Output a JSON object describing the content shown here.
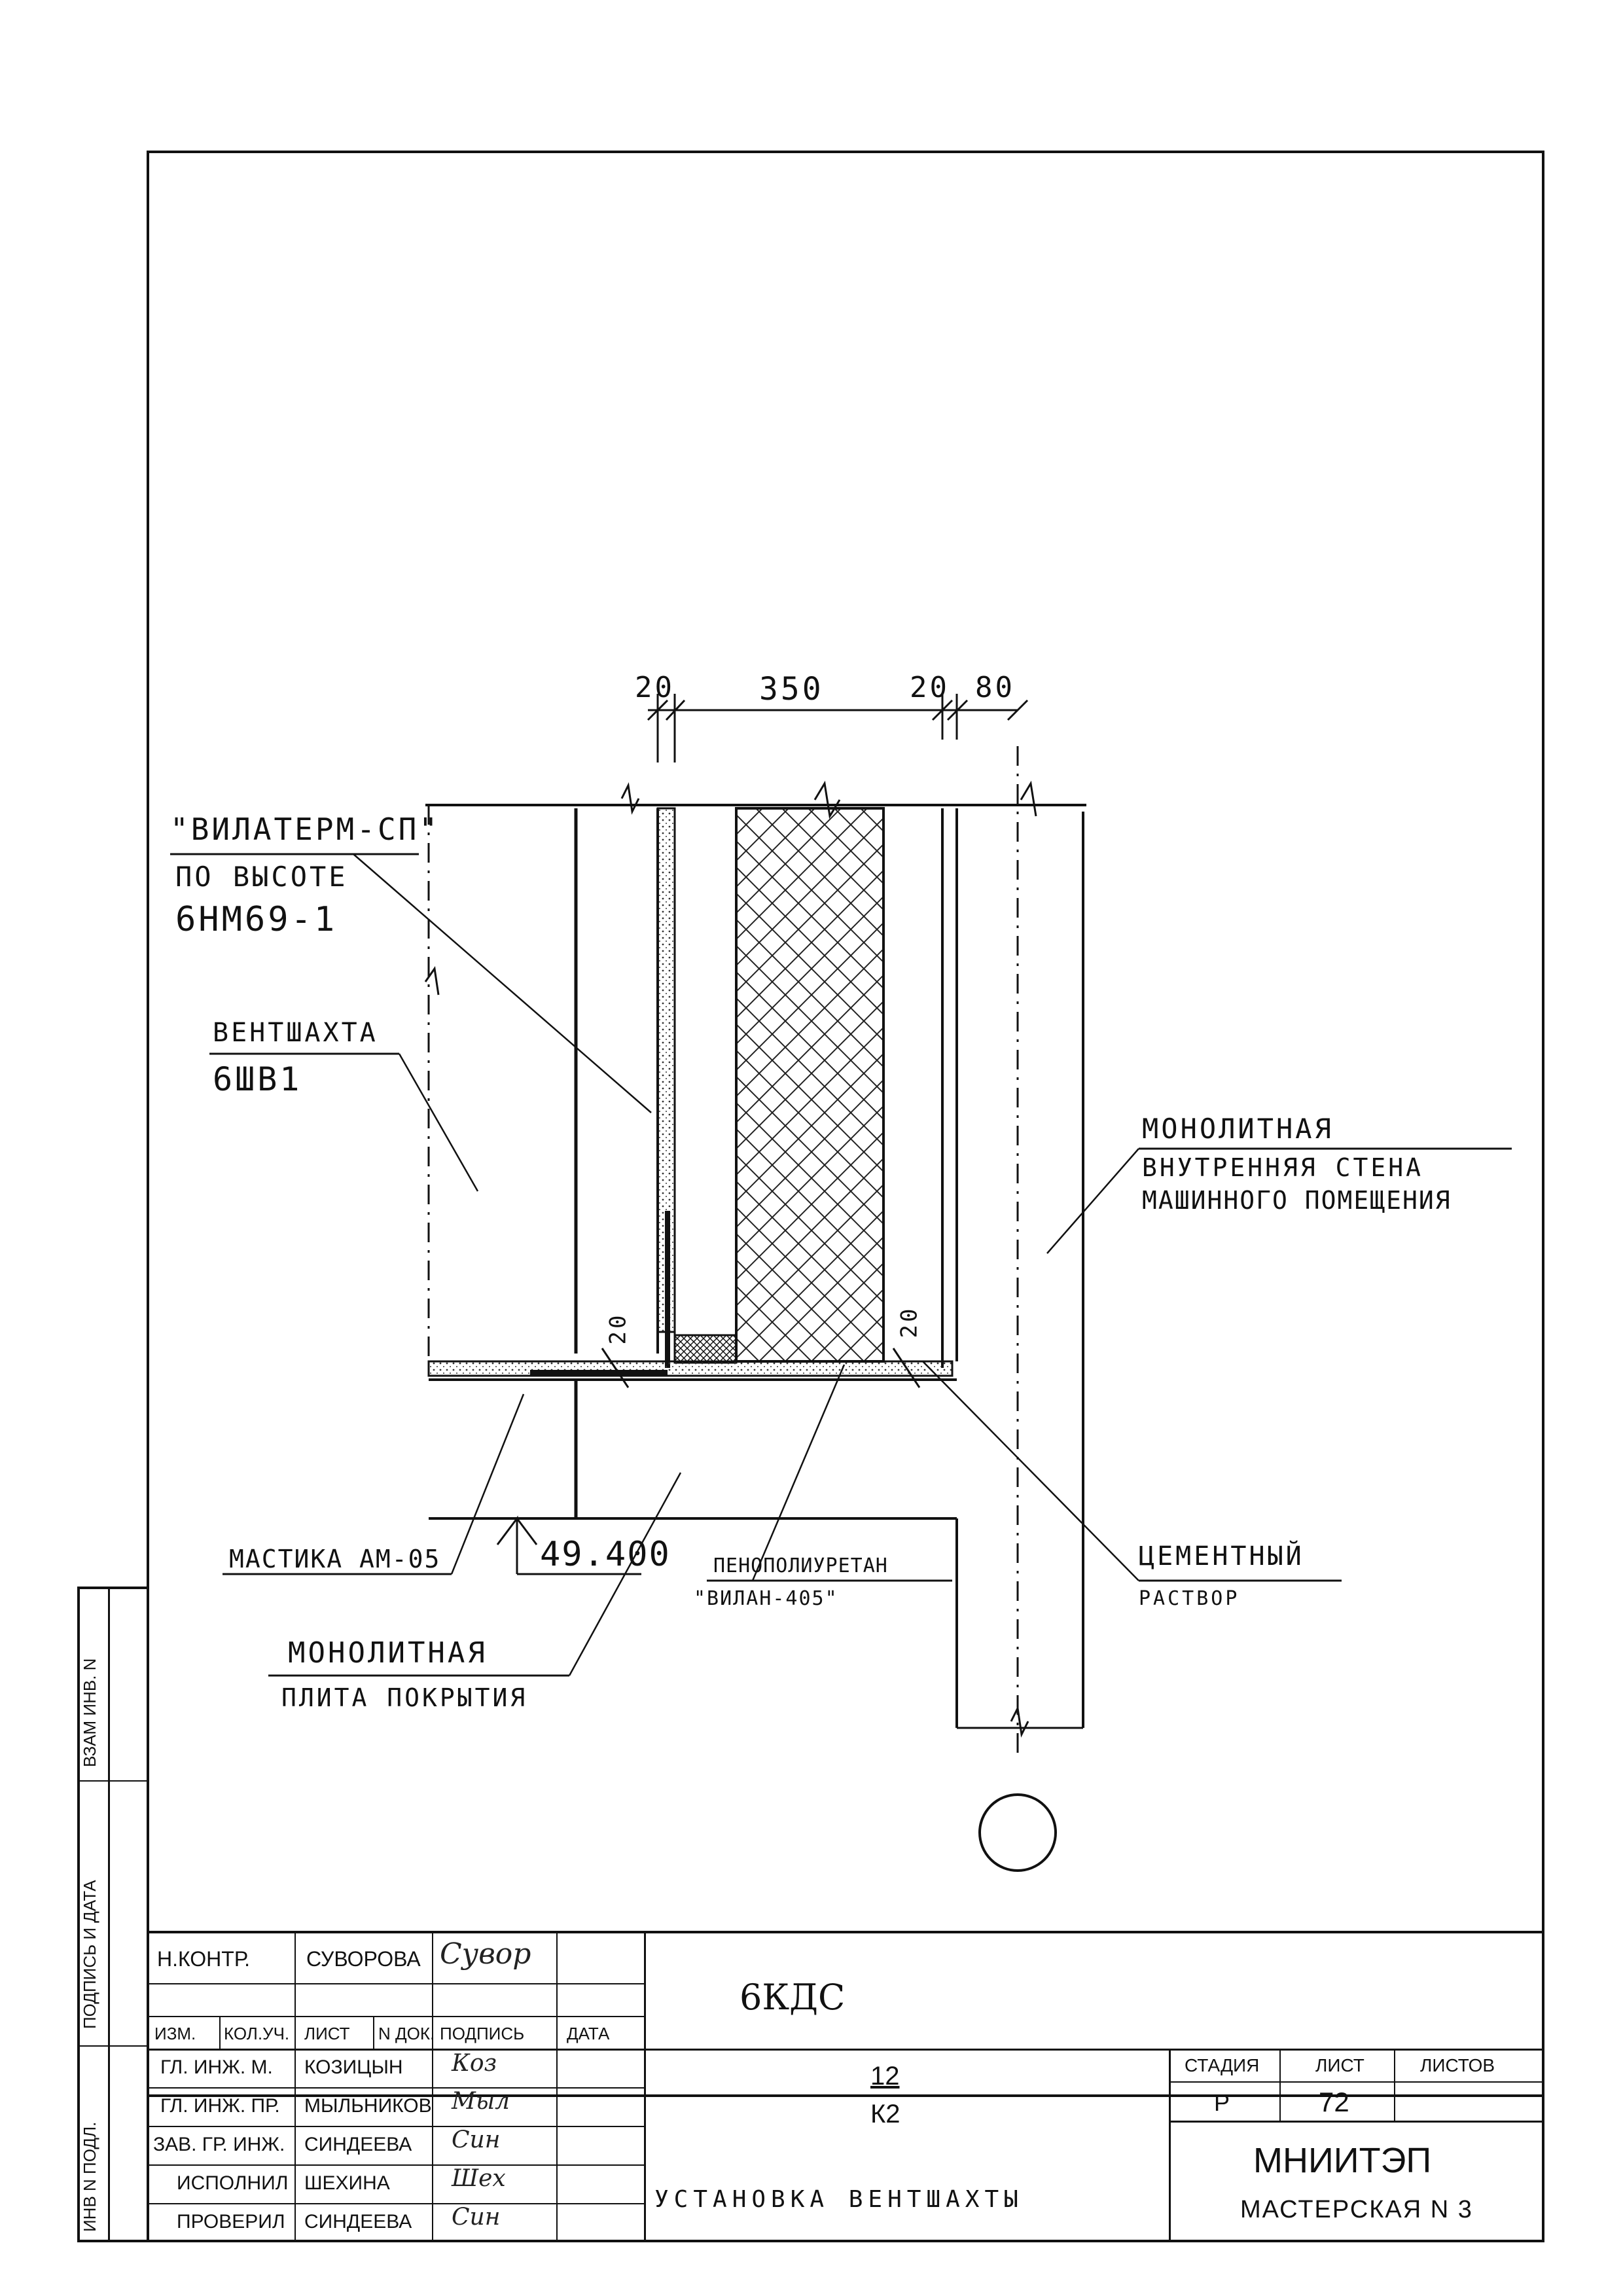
{
  "drawing": {
    "dims": {
      "d1": "20",
      "d2": "350",
      "d3": "20",
      "d4": "80"
    },
    "labels": {
      "vilaterm": "\"ВИЛАТЕРМ-СП\"",
      "po_vysote": "ПО ВЫСОТЕ",
      "code_6nm": "6НМ69-1",
      "ventshakhta": "ВЕНТШАХТА",
      "code_6shv": "6ШВ1",
      "wall_1": "МОНОЛИТНАЯ",
      "wall_2": "ВНУТРЕННЯЯ СТЕНА",
      "wall_3": "МАШИННОГО ПОМЕЩЕНИЯ",
      "dim_20a": "20",
      "dim_20b": "20",
      "mastika": "МАСТИКА АМ-05",
      "elevation": "49.400",
      "penopoliuretan": "ПЕНОПОЛИУРЕТАН",
      "vilan": "\"ВИЛАН-405\"",
      "cement_1": "ЦЕМЕНТНЫЙ",
      "cement_2": "РАСТВОР",
      "slab_1": "МОНОЛИТНАЯ",
      "slab_2": "ПЛИТА ПОКРЫТИЯ"
    }
  },
  "side_strip": {
    "vzam": "ВЗАМ ИНВ. N",
    "podpis_data": "ПОДПИСЬ И ДАТА",
    "inv_podl": "ИНВ N ПОДЛ."
  },
  "stamp": {
    "rows": [
      {
        "role": "Н.КОНТР.",
        "name": "СУВОРОВА",
        "sign": "Сувор"
      },
      {
        "role": "ГЛ. ИНЖ. М.",
        "name": "КОЗИЦЫН",
        "sign": "Коз"
      },
      {
        "role": "ГЛ. ИНЖ. ПР.",
        "name": "МЫЛЬНИКОВ",
        "sign": "Мыл"
      },
      {
        "role": "ЗАВ. ГР. ИНЖ.",
        "name": "СИНДЕЕВА",
        "sign": "Син"
      },
      {
        "role": "ИСПОЛНИЛ",
        "name": "ШЕХИНА",
        "sign": "Шех"
      },
      {
        "role": "ПРОВЕРИЛ",
        "name": "СИНДЕЕВА",
        "sign": "Син"
      }
    ],
    "header": {
      "izm": "ИЗМ.",
      "koluch": "КОЛ.УЧ.",
      "list": "ЛИСТ",
      "ndok": "N ДОК.",
      "podpis": "ПОДПИСЬ",
      "data": "ДАТА"
    },
    "code": "6КДС",
    "sheet_num": "12",
    "sheet_sub": "К2",
    "title": "УСТАНОВКА ВЕНТШАХТЫ",
    "stage_label": "СТАДИЯ",
    "list_label": "ЛИСТ",
    "listov_label": "ЛИСТОВ",
    "stage": "Р",
    "list": "72",
    "listov": "",
    "org": "МНИИТЭП",
    "workshop": "МАСТЕРСКАЯ N 3"
  }
}
